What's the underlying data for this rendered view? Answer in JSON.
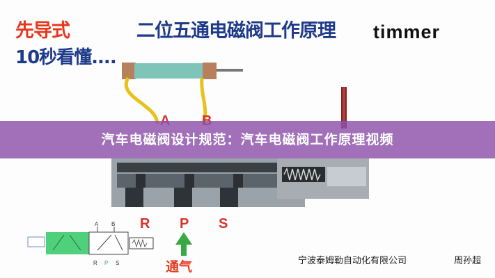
{
  "header": {
    "title_red": "先导式",
    "title_blue": "二位五通电磁阀工作原理",
    "subtitle": "10秒看懂....",
    "brand": "timmer"
  },
  "cylinder_ports": {
    "a": "A",
    "b": "B"
  },
  "valve_ports": {
    "r": "R",
    "p": "P",
    "s": "S"
  },
  "banner": {
    "text": "汽车电磁阀设计规范：汽车电磁阀工作原理视频"
  },
  "air_label": "通气",
  "symbol": {
    "top_a": "A",
    "top_b": "B",
    "bottom_r": "R",
    "bottom_p": "P",
    "bottom_s": "S"
  },
  "footer": {
    "company": "宁波泰姆勒自动化有限公司",
    "author": "周孙超"
  },
  "colors": {
    "title_red": "#e6381f",
    "title_blue": "#1e3a8a",
    "banner": "#8c50aa",
    "tube": "#e8c21a",
    "air_arrow": "#3aa845",
    "port_red": "#d6322b",
    "symbol_green": "#4fd07a"
  }
}
